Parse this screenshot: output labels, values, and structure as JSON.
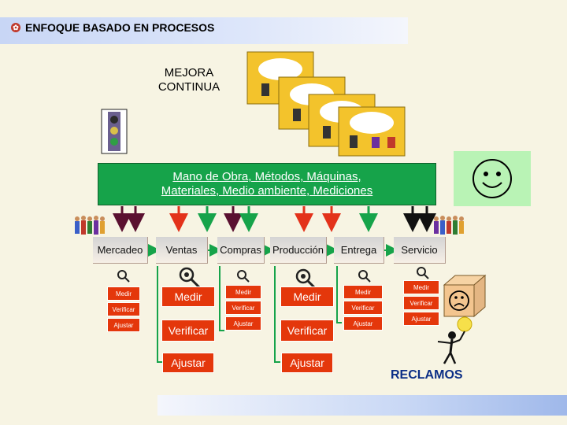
{
  "header": {
    "title": "ENFOQUE BASADO EN PROCESOS",
    "bullet_icon": "bullet-icon"
  },
  "mejora": {
    "line1": "MEJORA",
    "line2": "CONTINUA"
  },
  "inputs": {
    "line1": "Mano de Obra, Métodos, Máquinas,",
    "line2": "Materiales, Medio ambiente, Mediciones"
  },
  "processes": [
    "Mercadeo",
    "Ventas",
    "Compras",
    "Producción",
    "Entrega",
    "Servicio"
  ],
  "verbs": {
    "medir": "Medir",
    "verificar": "Verificar",
    "ajustar": "Ajustar"
  },
  "reclamos": "RECLAMOS",
  "colors": {
    "green_box": "#16a34a",
    "action_box": "#e4370b",
    "arrow_red": "#e3321b",
    "arrow_green": "#16a34a",
    "arrow_dark": "#5a1030",
    "reclamos_text": "#0b2e86"
  },
  "icons": [
    "bullet-icon",
    "traffic-light-icon",
    "meeting-slides-icon",
    "smiley-face-icon",
    "sad-face-icon",
    "people-group-icon",
    "magnifier-person-icon",
    "person-with-lamp-icon"
  ]
}
